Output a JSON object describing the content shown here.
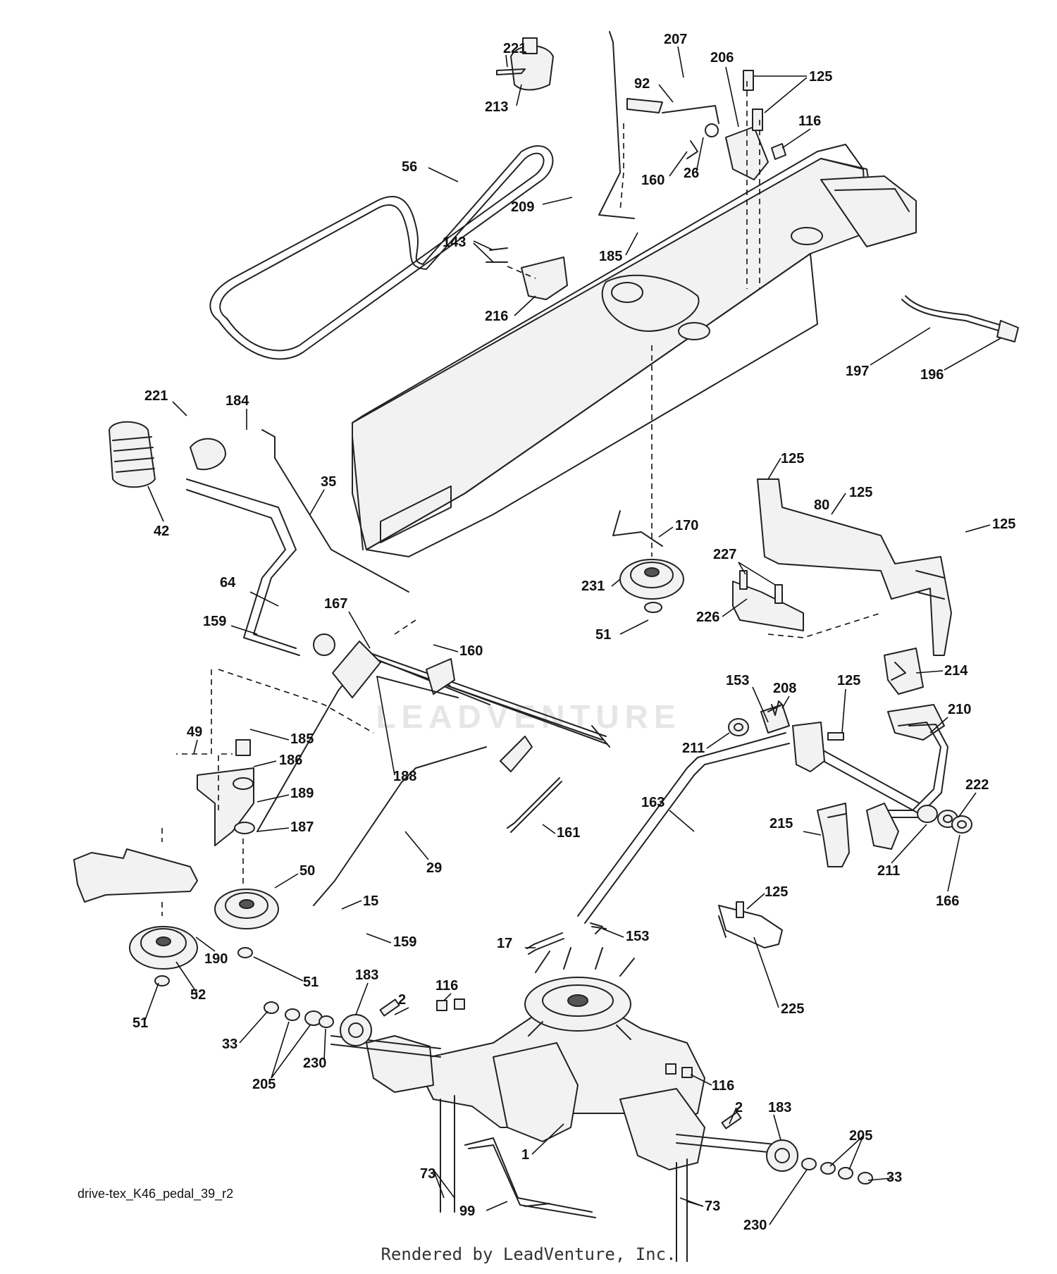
{
  "diagram_code": "drive-tex_K46_pedal_39_r2",
  "render_credit": "Rendered by LeadVenture, Inc.",
  "watermark_text": "LEADVENTURE",
  "callouts": [
    "221",
    "213",
    "207",
    "92",
    "206",
    "125",
    "116",
    "56",
    "160",
    "26",
    "209",
    "143",
    "185",
    "216",
    "197",
    "196",
    "221",
    "184",
    "35",
    "42",
    "125",
    "80",
    "125",
    "125",
    "170",
    "227",
    "231",
    "64",
    "167",
    "51",
    "226",
    "159",
    "160",
    "153",
    "208",
    "125",
    "214",
    "185",
    "49",
    "186",
    "188",
    "211",
    "210",
    "189",
    "222",
    "187",
    "50",
    "29",
    "161",
    "163",
    "215",
    "211",
    "166",
    "15",
    "125",
    "159",
    "190",
    "51",
    "17",
    "153",
    "52",
    "51",
    "183",
    "116",
    "2",
    "33",
    "205",
    "230",
    "225",
    "116",
    "2",
    "183",
    "1",
    "73",
    "205",
    "33",
    "99",
    "73",
    "230"
  ],
  "colors": {
    "line": "#222222",
    "text": "#111111",
    "watermark": "#e6e6e6"
  }
}
